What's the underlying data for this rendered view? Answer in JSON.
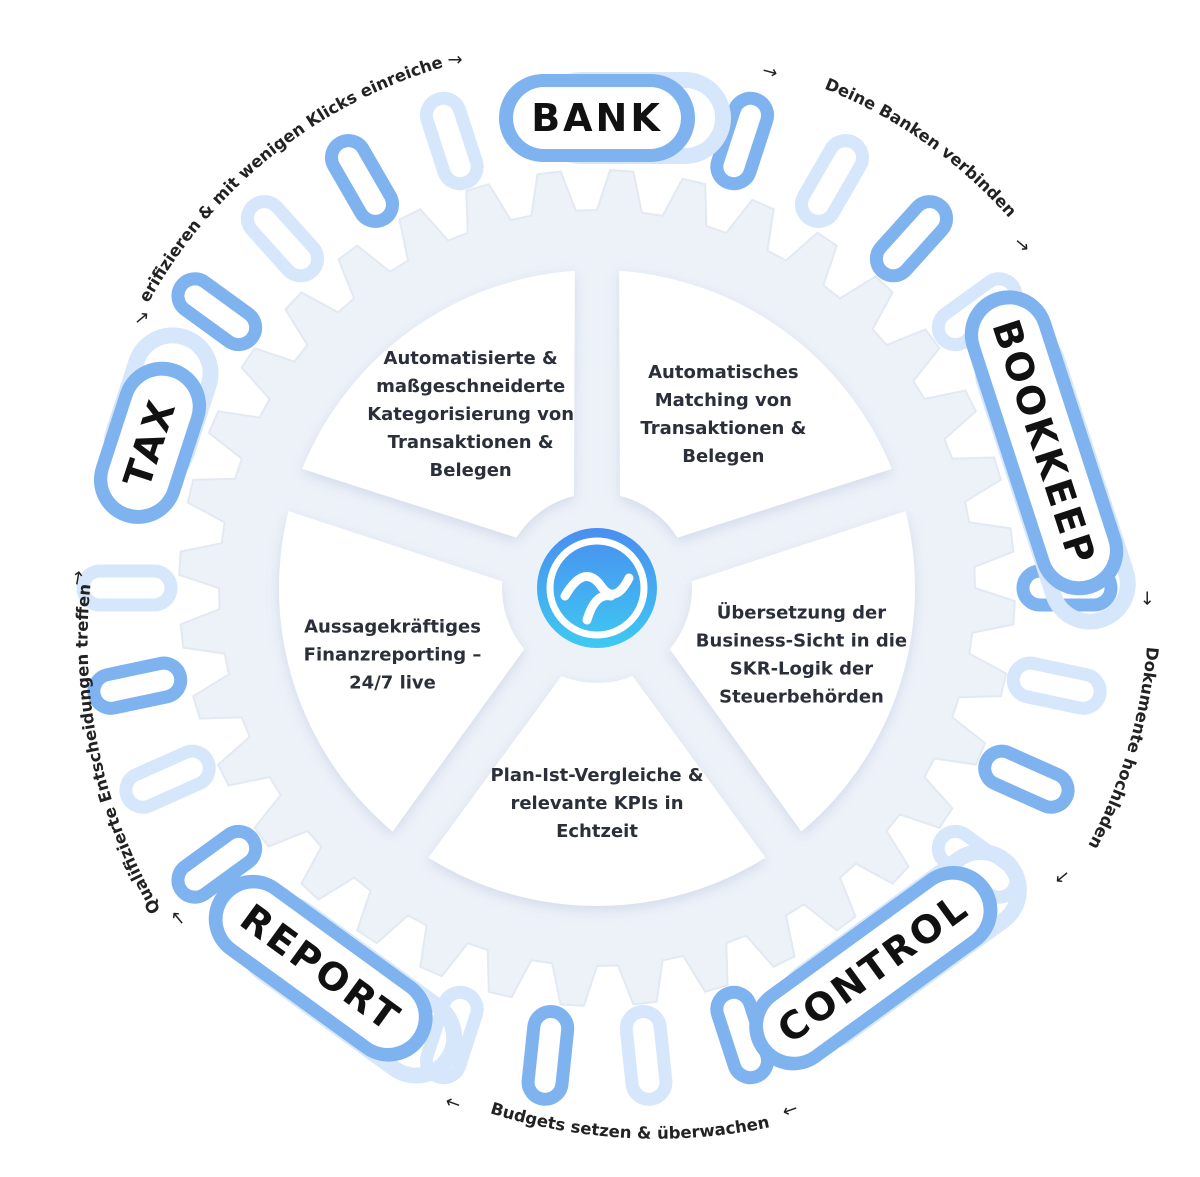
{
  "center_logo": {
    "icon": "finom-logo-icon",
    "gradient": [
      "#4a8ef0",
      "#3ec9f2"
    ]
  },
  "colors": {
    "gear": "#edf1f8",
    "segment": "#ffffff",
    "link_dark": "#7fb3ef",
    "link_light": "#d7e7fb",
    "text": "#2b2f3a"
  },
  "segments": [
    {
      "lines": [
        "Automatisierte &",
        "maßgeschneiderte",
        "Kategorisierung von",
        "Transaktionen &",
        "Belegen"
      ]
    },
    {
      "lines": [
        "Automatisches",
        "Matching von",
        "Transaktionen &",
        "Belegen"
      ]
    },
    {
      "lines": [
        "Übersetzung der",
        "Business-Sicht in die",
        "SKR-Logik der",
        "Steuerbehörden"
      ]
    },
    {
      "lines": [
        "Plan-Ist-Vergleiche &",
        "relevante KPIs in",
        "Echtzeit"
      ]
    },
    {
      "lines": [
        "Aussagekräftiges",
        "Finanzreporting –",
        "24/7 live"
      ]
    }
  ],
  "stages": [
    {
      "label": "BANK"
    },
    {
      "label": "BOOKKEEP"
    },
    {
      "label": "CONTROL"
    },
    {
      "label": "REPORT"
    },
    {
      "label": "TAX"
    }
  ],
  "arc_labels": [
    {
      "text": "Deine Banken verbinden"
    },
    {
      "text": "Dokumente hochladen"
    },
    {
      "text": "Budgets setzen & überwachen"
    },
    {
      "text": "Qualifizierte Entscheidungen treffen"
    },
    {
      "text": "Verifizieren & mit wenigen Klicks einreichen"
    }
  ],
  "arrow_glyph": "→"
}
